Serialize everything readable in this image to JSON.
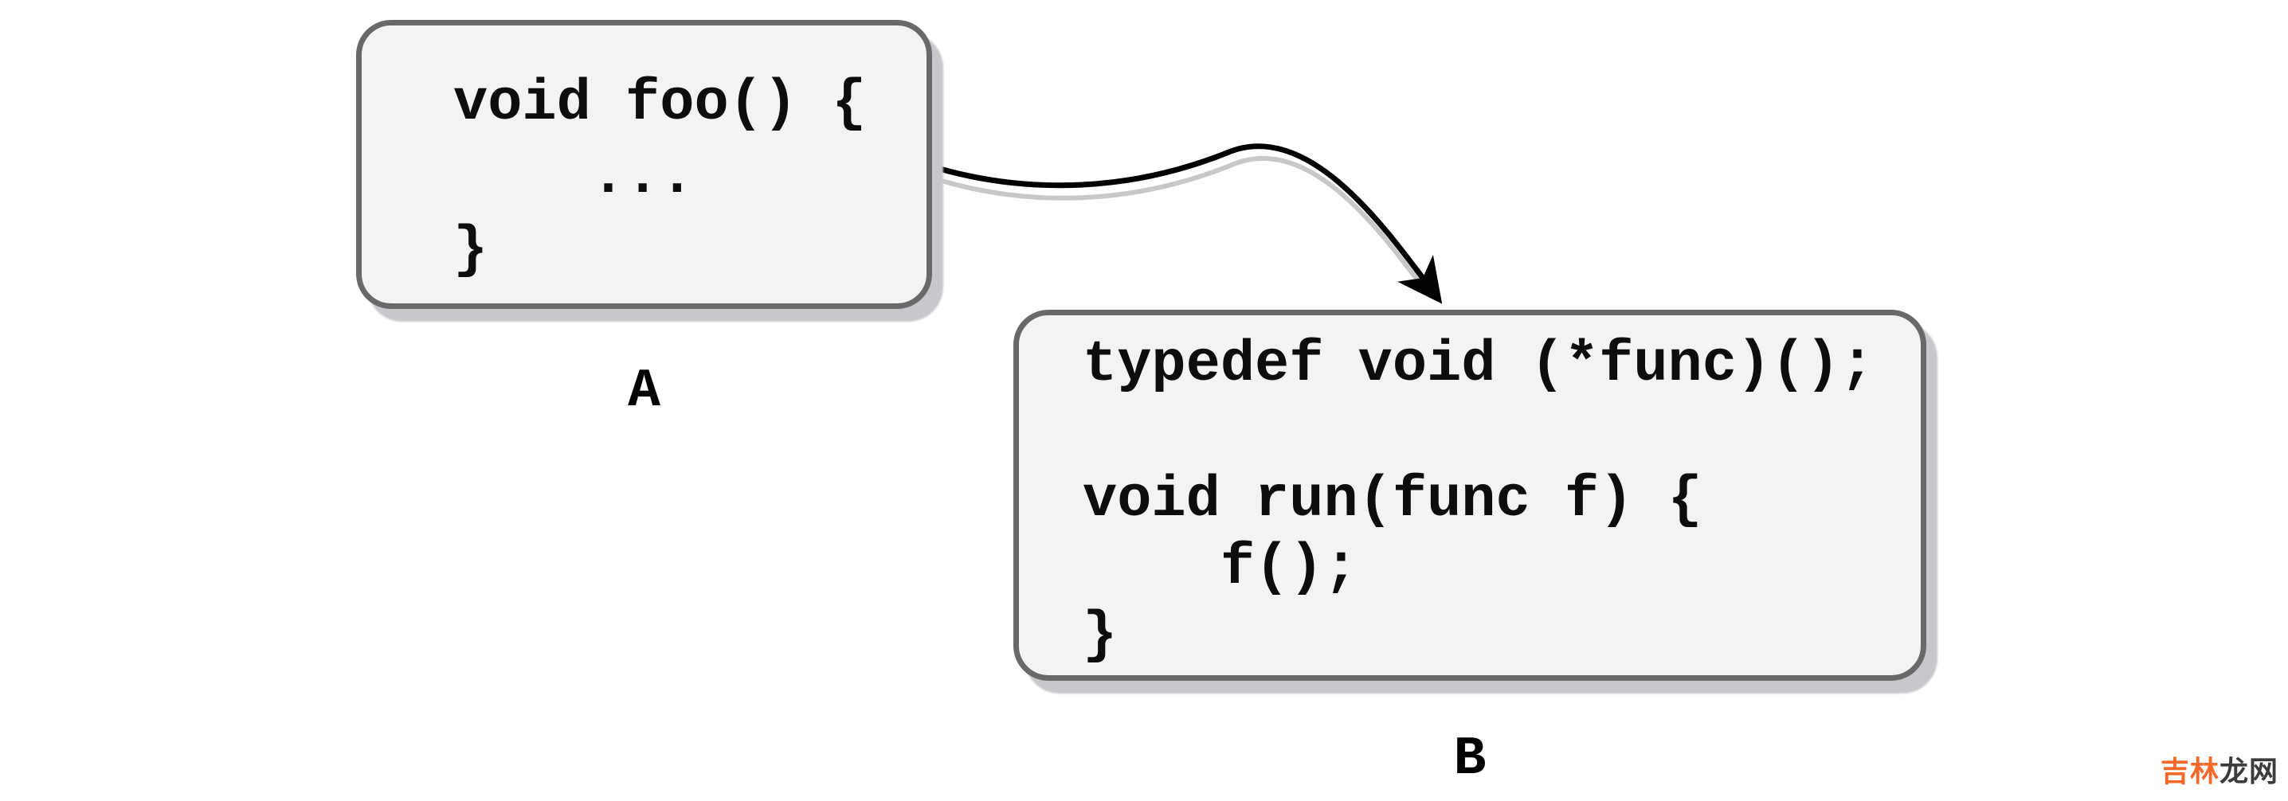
{
  "diagram": {
    "background": "#ffffff",
    "node_a": {
      "label": "A",
      "code_lines": [
        "void foo() {",
        "    ...",
        "}"
      ]
    },
    "node_b": {
      "label": "B",
      "code_lines": [
        "typedef void (*func)();",
        "",
        "void run(func f) {",
        "    f();",
        "}"
      ]
    },
    "arrow": {
      "from": "A",
      "to": "B",
      "color": "#000000",
      "shadow_color": "#c8c8c8"
    },
    "colors": {
      "node_fill": "#f2f3f5",
      "node_border": "#696969",
      "node_shadow": "#c6c8cb",
      "code_text": "#0d0d0d"
    }
  },
  "watermark": {
    "part1": "吉林",
    "part2": "龙网",
    "part1_color": "#f4692a",
    "part2_color": "#3b3b3b"
  }
}
